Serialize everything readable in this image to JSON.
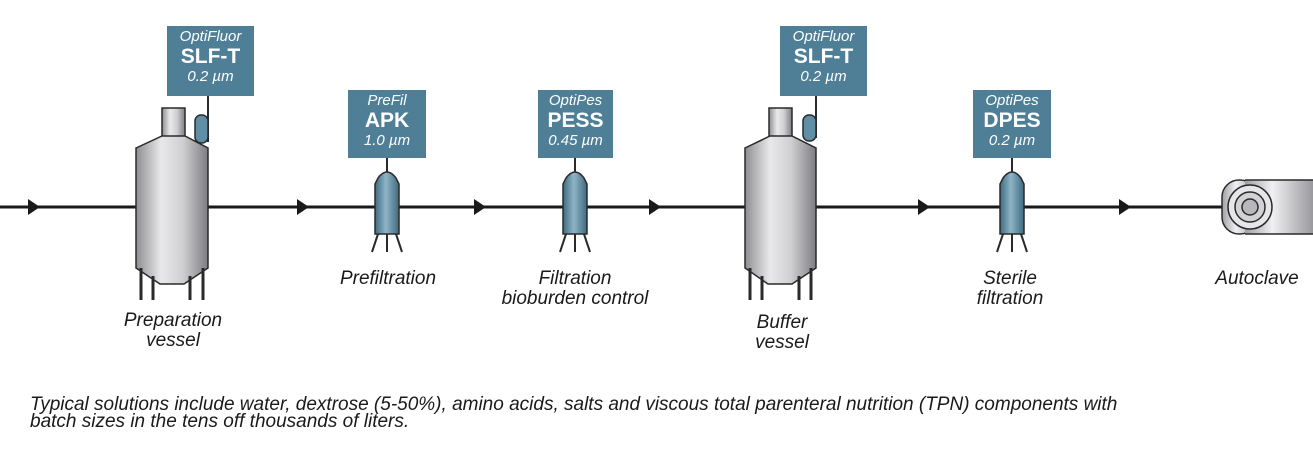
{
  "colors": {
    "line": "#1a1a1a",
    "box_fill": "#4f7f97",
    "box_text": "#ffffff",
    "vessel_fill": "#c8c8ca",
    "filter_fill": "#5f8fa6"
  },
  "filters": [
    {
      "brand": "OptiFluor",
      "model": "SLF-T",
      "rating": "0.2 µm"
    },
    {
      "brand": "PreFil",
      "model": "APK",
      "rating": "1.0 µm"
    },
    {
      "brand": "OptiPes",
      "model": "PESS",
      "rating": "0.45 µm"
    },
    {
      "brand": "OptiFluor",
      "model": "SLF-T",
      "rating": "0.2 µm"
    },
    {
      "brand": "OptiPes",
      "model": "DPES",
      "rating": "0.2 µm"
    }
  ],
  "steps": [
    {
      "line1": "Preparation",
      "line2": "vessel",
      "icon": "preparation-vessel-icon"
    },
    {
      "line1": "Prefiltration",
      "line2": "",
      "icon": "filter-housing-icon"
    },
    {
      "line1": "Filtration",
      "line2": "bioburden control",
      "icon": "filter-housing-icon"
    },
    {
      "line1": "Buffer",
      "line2": "vessel",
      "icon": "buffer-vessel-icon"
    },
    {
      "line1": "Sterile",
      "line2": "filtration",
      "icon": "filter-housing-icon"
    },
    {
      "line1": "Autoclave",
      "line2": "",
      "icon": "autoclave-icon"
    }
  ],
  "footnote": {
    "line1": "Typical solutions include water, dextrose (5-50%), amino acids, salts and viscous total parenteral nutrition (TPN) components with",
    "line2": "batch sizes in the tens off thousands of liters."
  }
}
